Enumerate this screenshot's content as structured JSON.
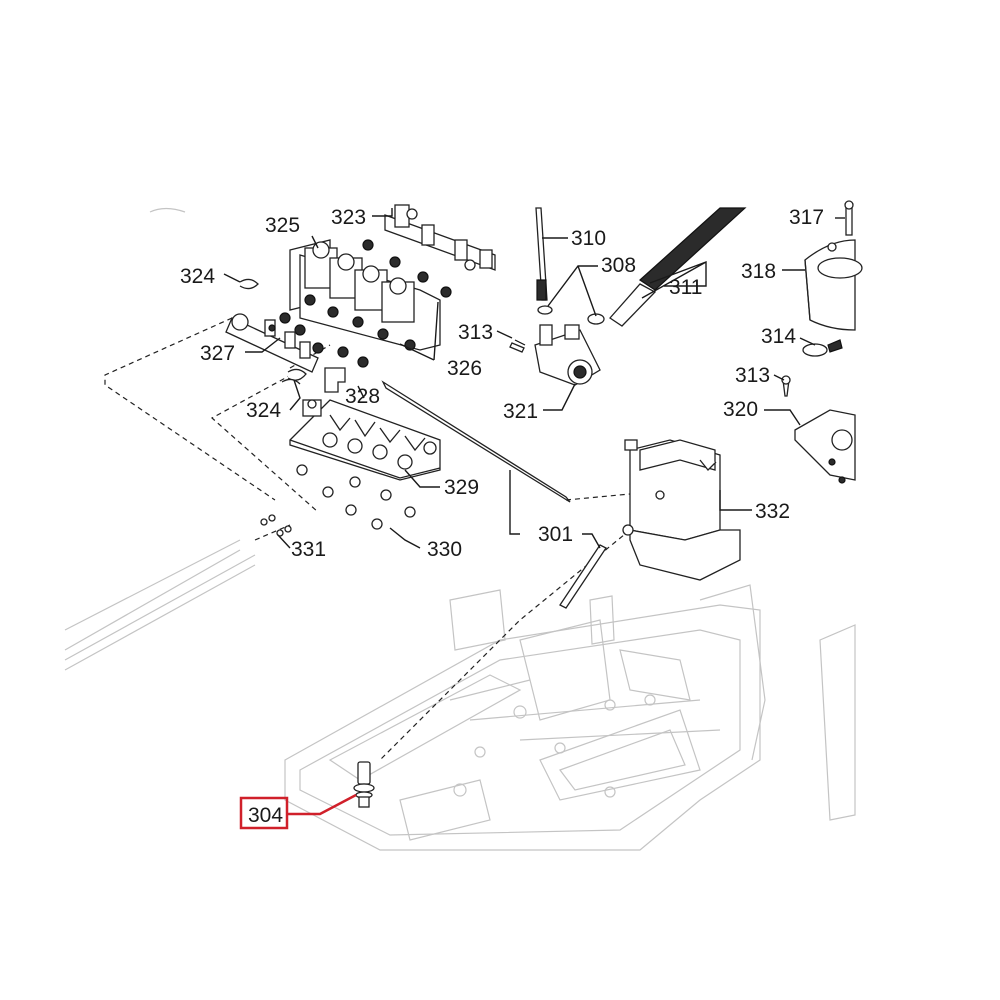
{
  "callouts": {
    "c301": "301",
    "c304": "304",
    "c308": "308",
    "c310": "310",
    "c311": "311",
    "c313a": "313",
    "c313b": "313",
    "c314": "314",
    "c317": "317",
    "c318": "318",
    "c320": "320",
    "c321": "321",
    "c323": "323",
    "c324a": "324",
    "c324b": "324",
    "c325": "325",
    "c326": "326",
    "c327": "327",
    "c328": "328",
    "c329": "329",
    "c330": "330",
    "c331": "331",
    "c332": "332"
  },
  "highlight": {
    "part": "304",
    "color": "#d0202a"
  }
}
